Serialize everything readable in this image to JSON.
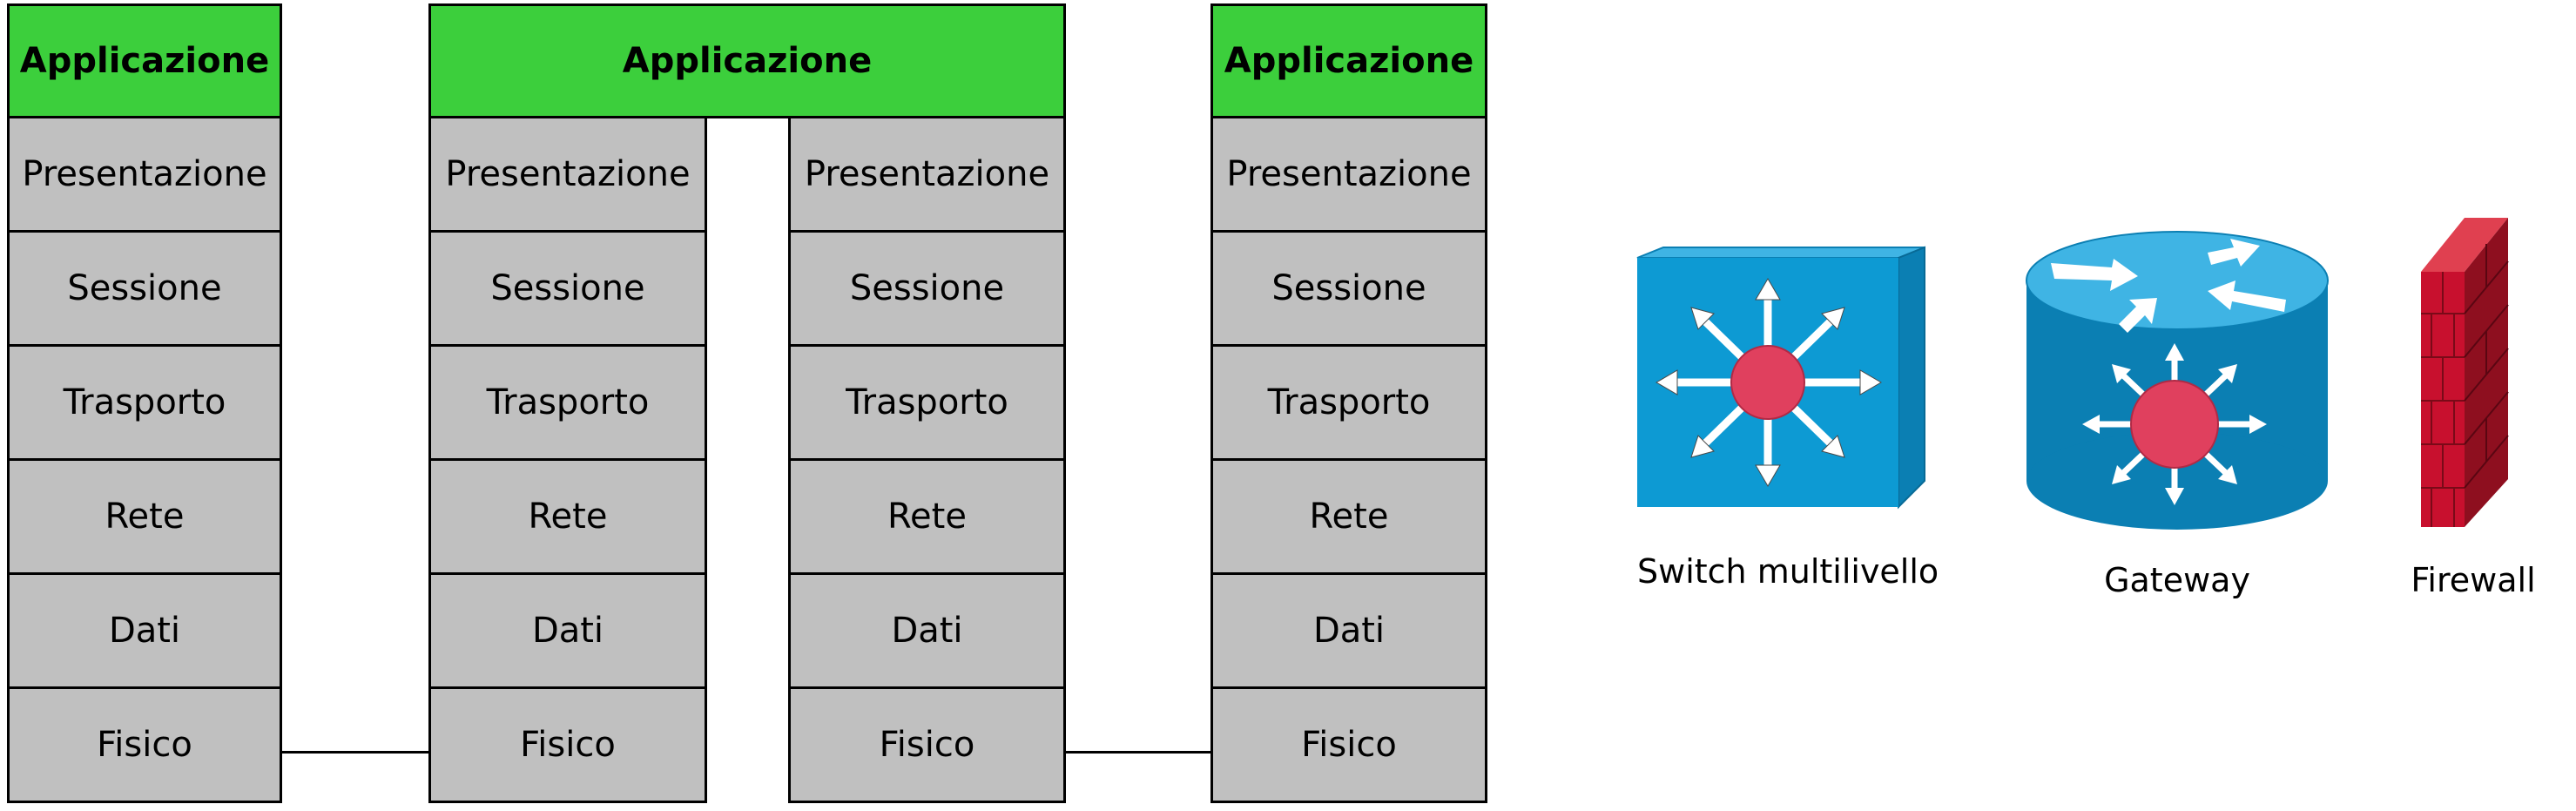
{
  "stacks": {
    "application": "Applicazione",
    "layers": [
      "Presentazione",
      "Sessione",
      "Trasporto",
      "Rete",
      "Dati",
      "Fisico"
    ]
  },
  "devices": [
    {
      "label": "Switch multilivello",
      "icon": "layer3-switch-icon"
    },
    {
      "label": "Gateway",
      "icon": "router-icon"
    },
    {
      "label": "Firewall",
      "icon": "firewall-icon"
    }
  ],
  "colors": {
    "application": "#3ccf3c",
    "layer": "#c0c0c0",
    "device_blue": "#0d9ad3",
    "device_dot": "#e0405e",
    "firewall_red": "#c8102e"
  }
}
